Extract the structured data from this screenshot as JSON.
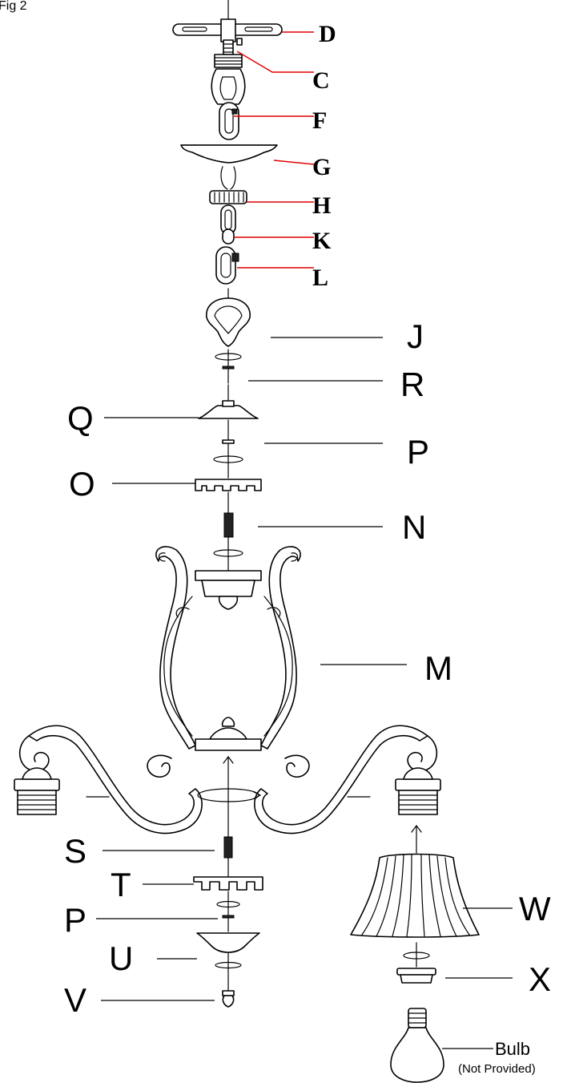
{
  "figure": {
    "title": "Fig 2"
  },
  "parts_top": [
    {
      "id": "D",
      "letter": "D"
    },
    {
      "id": "C",
      "letter": "C"
    },
    {
      "id": "F",
      "letter": "F"
    },
    {
      "id": "G",
      "letter": "G"
    },
    {
      "id": "H",
      "letter": "H"
    },
    {
      "id": "K",
      "letter": "K"
    },
    {
      "id": "L",
      "letter": "L"
    }
  ],
  "parts_lower": [
    {
      "id": "J",
      "letter": "J"
    },
    {
      "id": "R",
      "letter": "R"
    },
    {
      "id": "Q",
      "letter": "Q"
    },
    {
      "id": "P1",
      "letter": "P"
    },
    {
      "id": "O",
      "letter": "O"
    },
    {
      "id": "N",
      "letter": "N"
    },
    {
      "id": "M",
      "letter": "M"
    },
    {
      "id": "S",
      "letter": "S"
    },
    {
      "id": "T",
      "letter": "T"
    },
    {
      "id": "P2",
      "letter": "P"
    },
    {
      "id": "U",
      "letter": "U"
    },
    {
      "id": "V",
      "letter": "V"
    },
    {
      "id": "W",
      "letter": "W"
    },
    {
      "id": "X",
      "letter": "X"
    }
  ],
  "bulb": {
    "label": "Bulb",
    "note": "(Not Provided)"
  },
  "colors": {
    "leader_top": "#e00000",
    "leader_lower": "#000000",
    "line": "#000000"
  }
}
